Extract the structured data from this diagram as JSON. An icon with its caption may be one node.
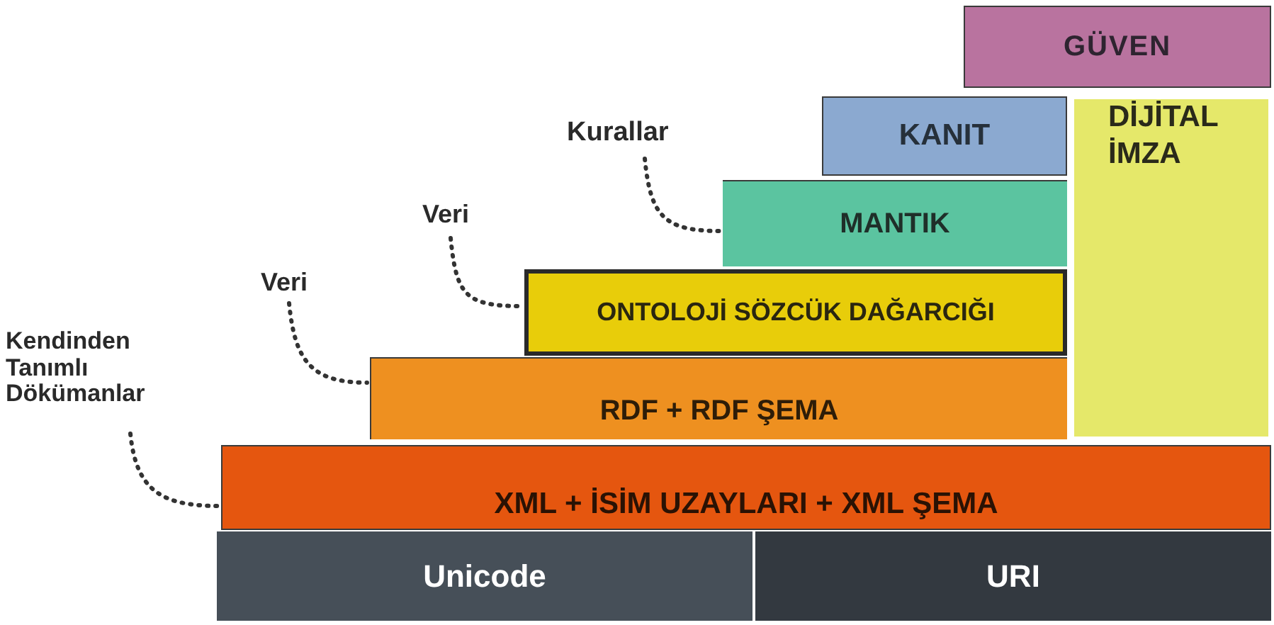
{
  "diagram": {
    "nodes": [
      {
        "text": [
          "GÜVEN"
        ]
      },
      {
        "text": [
          "Kurallar"
        ]
      },
      {
        "text": [
          "KANIT"
        ]
      },
      {
        "text": [
          "MANTIK"
        ]
      },
      {
        "text": [
          "DİJİTAL İMZA"
        ]
      },
      {
        "text": [
          "Veri"
        ]
      },
      {
        "text": [
          "ONTOLOJİ SÖZCÜK DAĞARCIĞI"
        ]
      },
      {
        "text": [
          "Veri"
        ]
      },
      {
        "text": [
          "RDF + RDF ŞEMA"
        ]
      },
      {
        "text": [
          "Kendinden Tanımlı Dökümanlar"
        ]
      },
      {
        "text": [
          "XML + İSİM UZAYLARI + XML ŞEMA"
        ]
      },
      {
        "text": [
          "Unicode"
        ]
      },
      {
        "text": [
          "URI"
        ]
      }
    ],
    "edges": [
      {
        "from": 1,
        "to": 3,
        "arrow": "none"
      },
      {
        "from": 5,
        "to": 6,
        "arrow": "none"
      },
      {
        "from": 7,
        "to": 8,
        "arrow": "none"
      },
      {
        "from": 9,
        "to": 10,
        "arrow": "none"
      }
    ]
  }
}
